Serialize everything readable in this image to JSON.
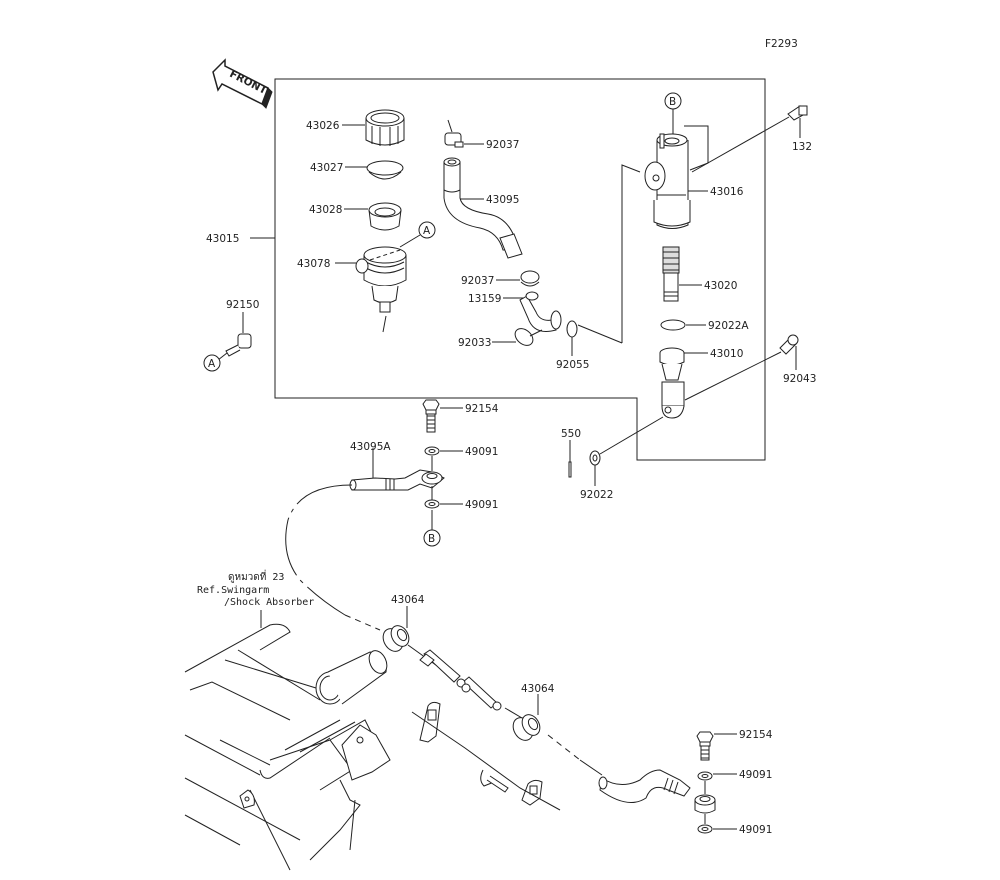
{
  "figure_code": "F2293",
  "front_label": "FRONT",
  "ref_note": {
    "line1": "ดูหมวดที่ 23",
    "line2": "Ref.Swingarm",
    "line3": "/Shock Absorber"
  },
  "callouts": {
    "A": "A",
    "B": "B"
  },
  "parts": {
    "p43026": "43026",
    "p43027": "43027",
    "p43028": "43028",
    "p43015": "43015",
    "p43078": "43078",
    "p92150": "92150",
    "p92037a": "92037",
    "p43095": "43095",
    "p92037b": "92037",
    "p13159": "13159",
    "p92033": "92033",
    "p92055": "92055",
    "p43016": "43016",
    "p132": "132",
    "p43020": "43020",
    "p92022A": "92022A",
    "p43010": "43010",
    "p92043": "92043",
    "p550": "550",
    "p92022": "92022",
    "p92154a": "92154",
    "p43095A": "43095A",
    "p49091a": "49091",
    "p49091b": "49091",
    "p43064a": "43064",
    "p43064b": "43064",
    "p92154b": "92154",
    "p49091c": "49091",
    "p49091d": "49091"
  }
}
